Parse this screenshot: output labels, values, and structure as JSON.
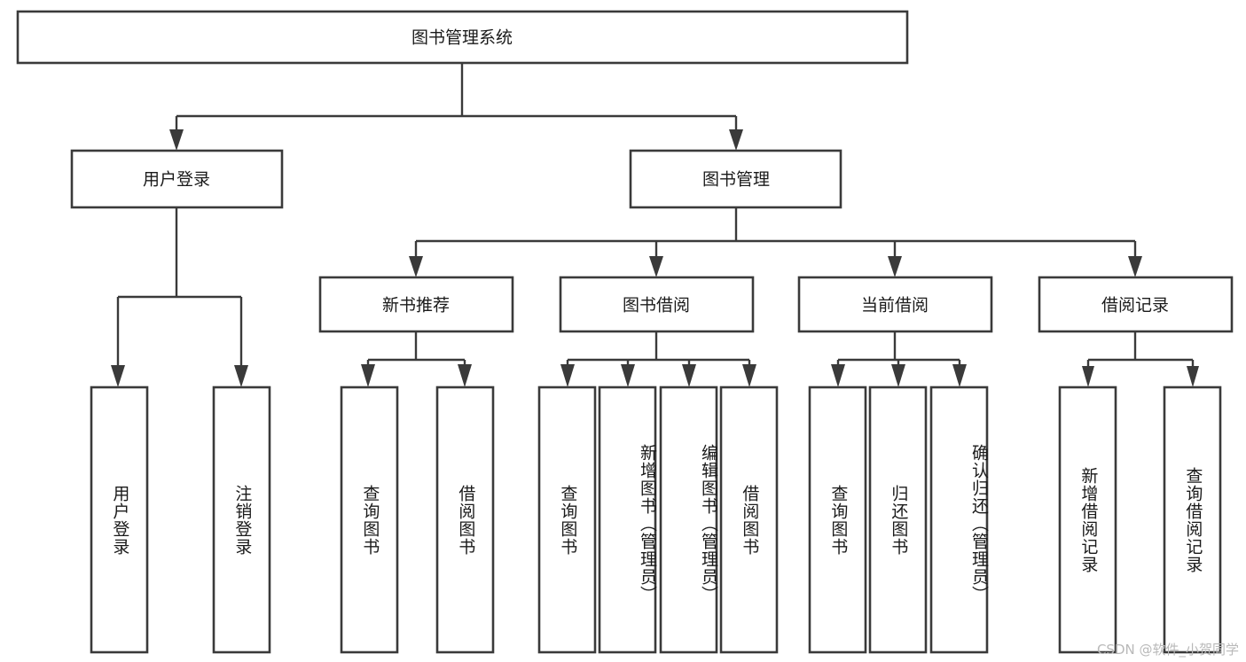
{
  "diagram": {
    "type": "tree",
    "title": "图书管理系统",
    "root": {
      "id": "root",
      "label": "图书管理系统"
    },
    "level1": [
      {
        "id": "user-login",
        "label": "用户登录"
      },
      {
        "id": "book-manage",
        "label": "图书管理"
      }
    ],
    "level2": [
      {
        "id": "new-book-rec",
        "label": "新书推荐",
        "parent": "book-manage"
      },
      {
        "id": "book-borrow",
        "label": "图书借阅",
        "parent": "book-manage"
      },
      {
        "id": "current-borrow",
        "label": "当前借阅",
        "parent": "book-manage"
      },
      {
        "id": "borrow-record",
        "label": "借阅记录",
        "parent": "book-manage"
      }
    ],
    "leaves": {
      "user_login": [
        {
          "id": "leaf-user-login",
          "label": "用户登录"
        },
        {
          "id": "leaf-logout",
          "label": "注销登录"
        }
      ],
      "new_book_rec": [
        {
          "id": "leaf-query-book-1",
          "label": "查询图书"
        },
        {
          "id": "leaf-borrow-book-1",
          "label": "借阅图书"
        }
      ],
      "book_borrow": [
        {
          "id": "leaf-query-book-2",
          "label": "查询图书"
        },
        {
          "id": "leaf-add-book",
          "label": "新增图书（管理员）"
        },
        {
          "id": "leaf-edit-book",
          "label": "编辑图书（管理员）"
        },
        {
          "id": "leaf-borrow-book-2",
          "label": "借阅图书"
        }
      ],
      "current_borrow": [
        {
          "id": "leaf-query-book-3",
          "label": "查询图书"
        },
        {
          "id": "leaf-return-book",
          "label": "归还图书"
        },
        {
          "id": "leaf-confirm-return",
          "label": "确认归还（管理员）"
        }
      ],
      "borrow_record": [
        {
          "id": "leaf-add-record",
          "label": "新增借阅记录"
        },
        {
          "id": "leaf-query-record",
          "label": "查询借阅记录"
        }
      ]
    }
  },
  "watermark": {
    "text": "CSDN @软件_小贺同学"
  },
  "colors": {
    "stroke": "#3a3a3a",
    "box_fill": "#ffffff",
    "text": "#1a1a1a",
    "background": "#ffffff",
    "watermark": "#b9b9b9"
  }
}
